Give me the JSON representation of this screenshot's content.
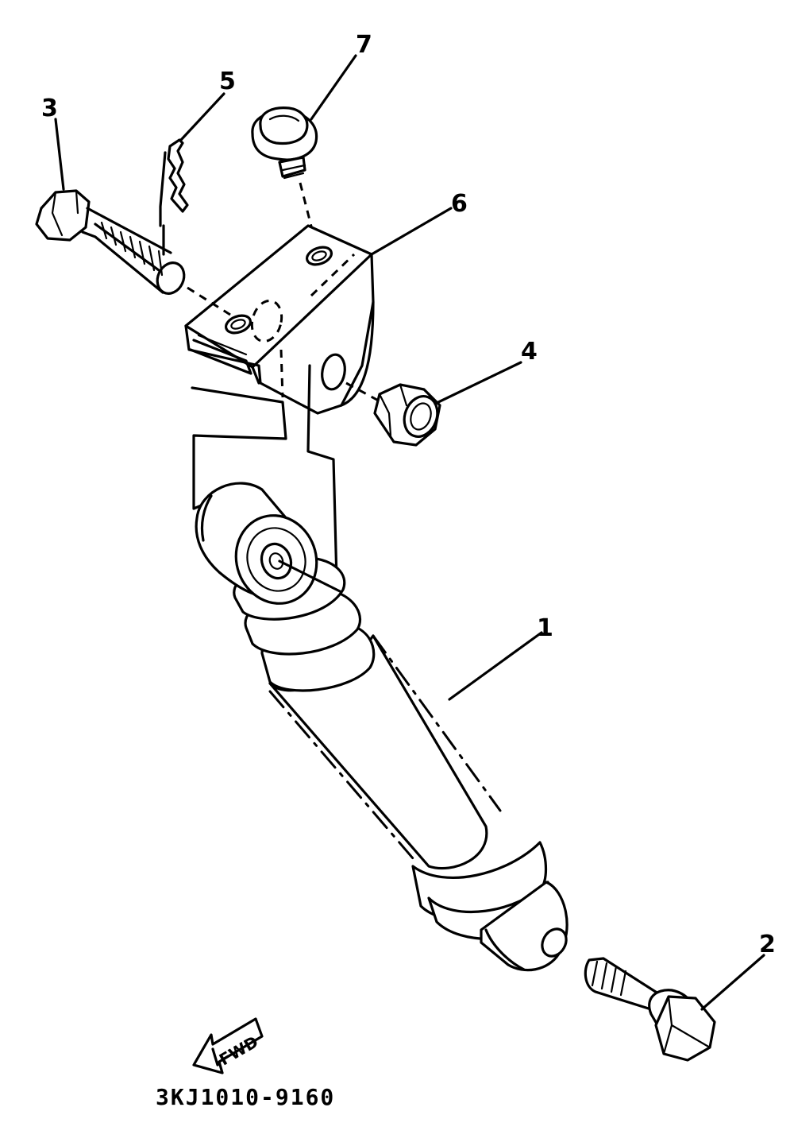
{
  "callouts": [
    "1",
    "2",
    "3",
    "4",
    "5",
    "6",
    "7"
  ],
  "direction_label": "FWD",
  "diagram_code": "3KJ1010-9160",
  "parts": [
    {
      "ref": "1",
      "name": "rear-shock-absorber"
    },
    {
      "ref": "2",
      "name": "flange-bolt"
    },
    {
      "ref": "3",
      "name": "bolt"
    },
    {
      "ref": "4",
      "name": "nut"
    },
    {
      "ref": "5",
      "name": "cotter-pin"
    },
    {
      "ref": "6",
      "name": "mounting-bracket"
    },
    {
      "ref": "7",
      "name": "screw-with-washer"
    }
  ]
}
